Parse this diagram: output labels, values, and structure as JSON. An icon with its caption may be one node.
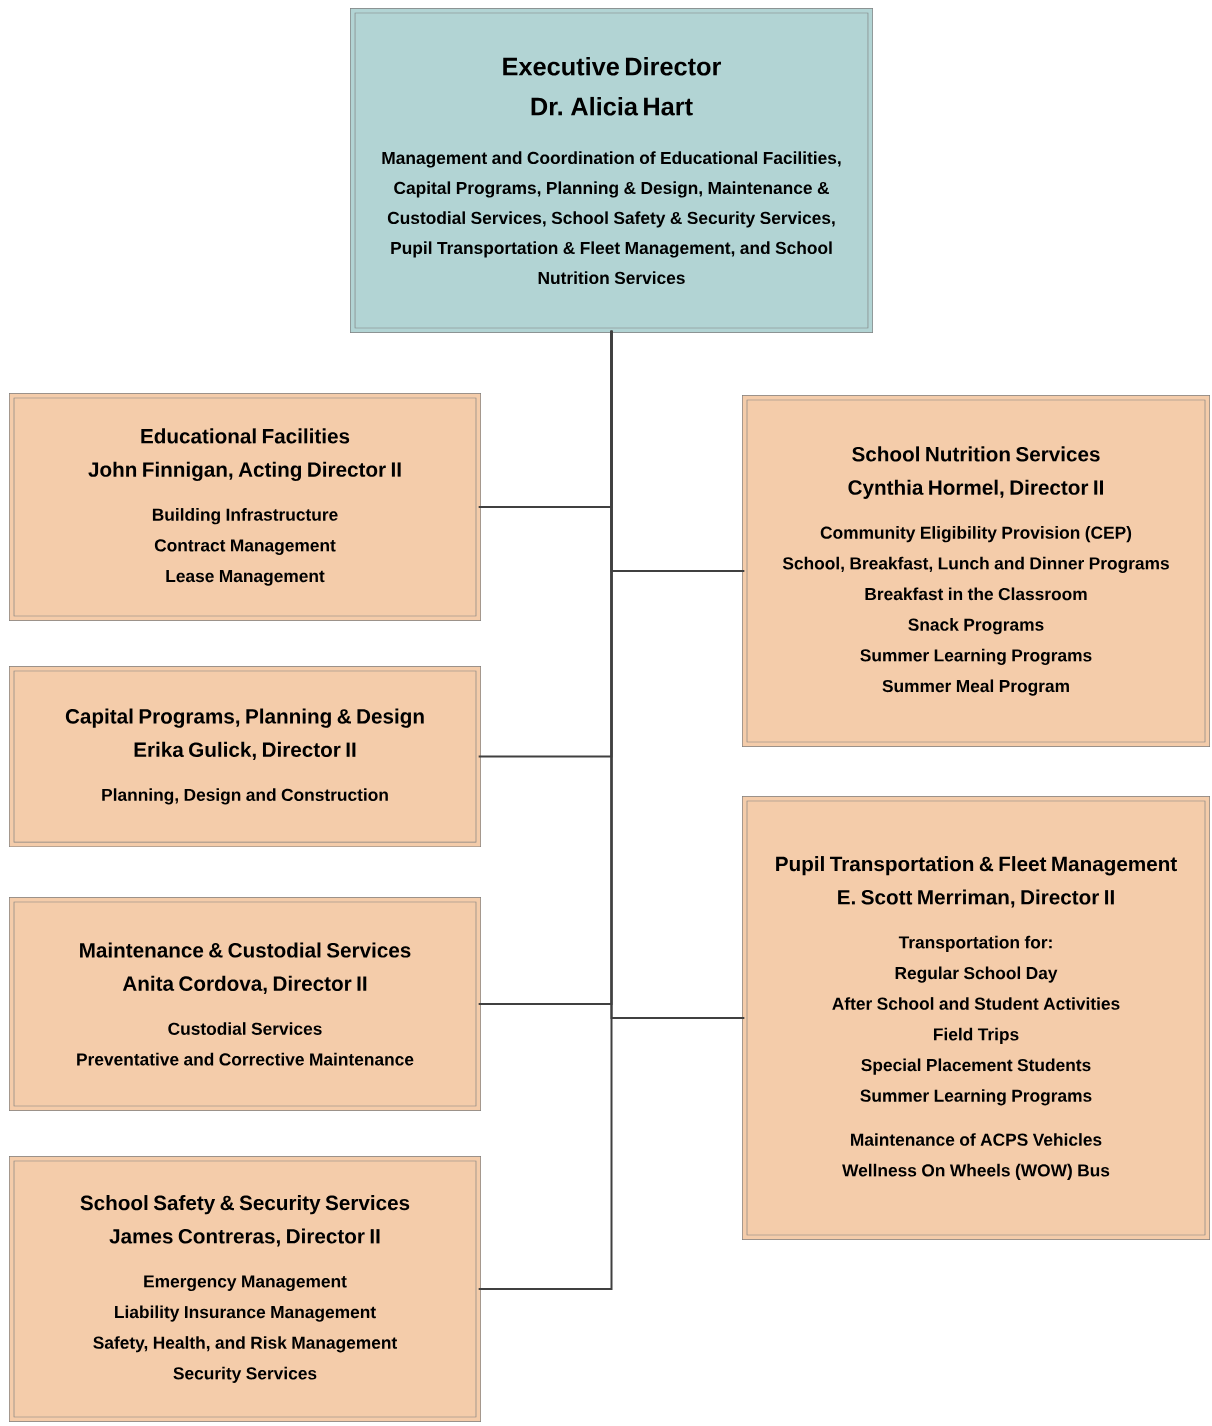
{
  "diagram": {
    "nodes": [
      {
        "text": [
          "Executive Director",
          "Dr. Alicia Hart",
          "Management and Coordination of Educational Facilities, Capital Programs, Planning & Design, Maintenance & Custodial Services, School Safety & Security Services, Pupil Transportation & Fleet Management, and School Nutrition Services"
        ]
      },
      {
        "text": [
          "Educational Facilities",
          "John Finnigan, Acting Director II",
          "Building Infrastructure",
          "Contract Management",
          "Lease Management"
        ]
      },
      {
        "text": [
          "School Nutrition Services",
          "Cynthia Hormel, Director II",
          "Community Eligibility Provision (CEP)",
          "School, Breakfast, Lunch and Dinner Programs",
          "Breakfast in the Classroom",
          "Snack Programs",
          "Summer Learning Programs",
          "Summer Meal Program"
        ]
      },
      {
        "text": [
          "Capital Programs, Planning & Design",
          "Erika Gulick, Director II",
          "Planning, Design and Construction"
        ]
      },
      {
        "text": [
          "Pupil Transportation & Fleet Management",
          "E. Scott Merriman, Director II",
          "Transportation for:",
          "Regular School Day",
          "After School and Student Activities",
          "Field Trips",
          "Special Placement Students",
          "Summer Learning Programs",
          "Maintenance of ACPS Vehicles",
          "Wellness On Wheels (WOW) Bus"
        ]
      },
      {
        "text": [
          "Maintenance & Custodial Services",
          "Anita Cordova, Director II",
          "Custodial Services",
          "Preventative and Corrective Maintenance"
        ]
      },
      {
        "text": [
          "School Safety & Security Services",
          "James Contreras, Director II",
          "Emergency Management",
          "Liability Insurance Management",
          "Safety, Health, and Risk Management",
          "Security Services"
        ]
      }
    ],
    "edges": [
      {
        "from": 0,
        "to": 1,
        "arrow": "none"
      },
      {
        "from": 0,
        "to": 2,
        "arrow": "none"
      },
      {
        "from": 0,
        "to": 3,
        "arrow": "none"
      },
      {
        "from": 0,
        "to": 4,
        "arrow": "none"
      },
      {
        "from": 0,
        "to": 5,
        "arrow": "none"
      },
      {
        "from": 0,
        "to": 6,
        "arrow": "none"
      }
    ]
  }
}
